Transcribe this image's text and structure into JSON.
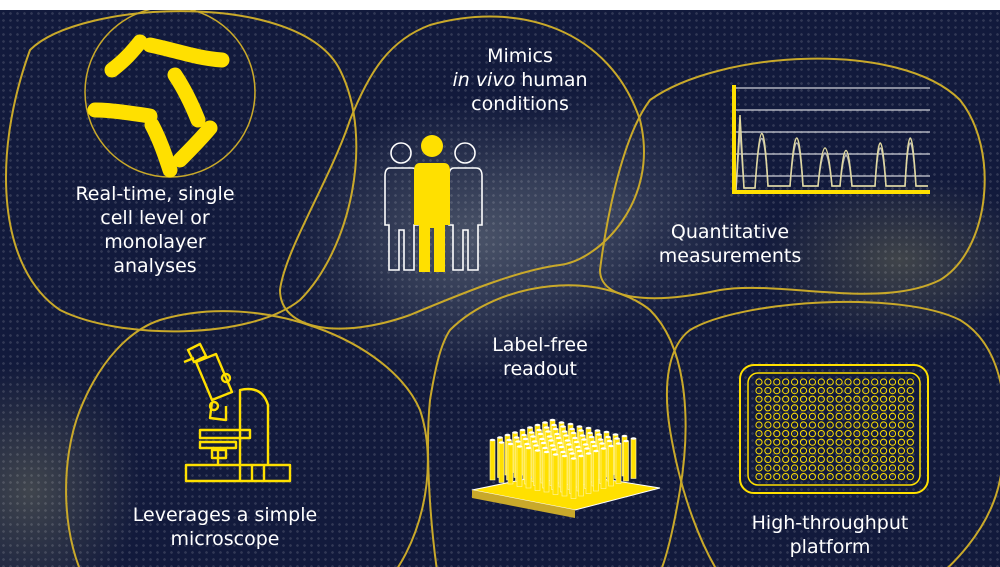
{
  "colors": {
    "background": "#121a3c",
    "accent": "#ffe000",
    "outline": "#c9a92a",
    "text": "#ffffff"
  },
  "panels": {
    "single_cell": {
      "lines": [
        "Real-time, single",
        "cell level or",
        "monolayer",
        "analyses"
      ],
      "icon": "cells-icon"
    },
    "in_vivo": {
      "line1": "Mimics",
      "line2": "in vivo",
      "line2_suffix": " human",
      "line3": "conditions",
      "icon": "people-icon"
    },
    "quantitative": {
      "lines": [
        "Quantitative",
        "measurements"
      ],
      "icon": "peak-chart-icon"
    },
    "microscope": {
      "lines": [
        "Leverages a simple",
        "microscope"
      ],
      "icon": "microscope-icon"
    },
    "label_free": {
      "lines": [
        "Label-free",
        "readout"
      ],
      "icon": "micropillar-array-icon"
    },
    "throughput": {
      "lines": [
        "High-throughput",
        "platform"
      ],
      "icon": "well-plate-icon"
    }
  }
}
